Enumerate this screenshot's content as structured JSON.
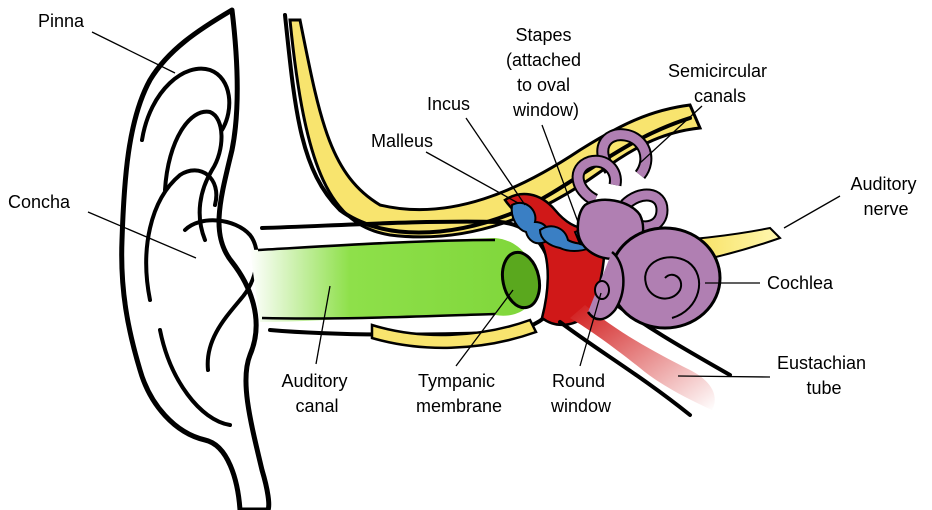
{
  "labels": {
    "pinna": "Pinna",
    "concha": "Concha",
    "auditory_canal": [
      "Auditory",
      "canal"
    ],
    "tympanic_membrane": [
      "Tympanic",
      "membrane"
    ],
    "malleus": "Malleus",
    "incus": "Incus",
    "stapes": [
      "Stapes",
      "(attached",
      "to oval",
      "window)"
    ],
    "semicircular_canals": [
      "Semicircular",
      "canals"
    ],
    "auditory_nerve": [
      "Auditory",
      "nerve"
    ],
    "cochlea": "Cochlea",
    "round_window": [
      "Round",
      "window"
    ],
    "eustachian_tube": [
      "Eustachian",
      "tube"
    ]
  },
  "colors": {
    "yellow_bone": "#f8e46e",
    "canal_green": "#8ee04a",
    "tympanic_green": "#5aa81e",
    "middle_ear_red": "#d01818",
    "ossicle_blue": "#3a7fc4",
    "cochlea_purple": "#b07fb2",
    "nerve_yellow": "#f3d63a",
    "tube_pink": "#f19a9a"
  }
}
